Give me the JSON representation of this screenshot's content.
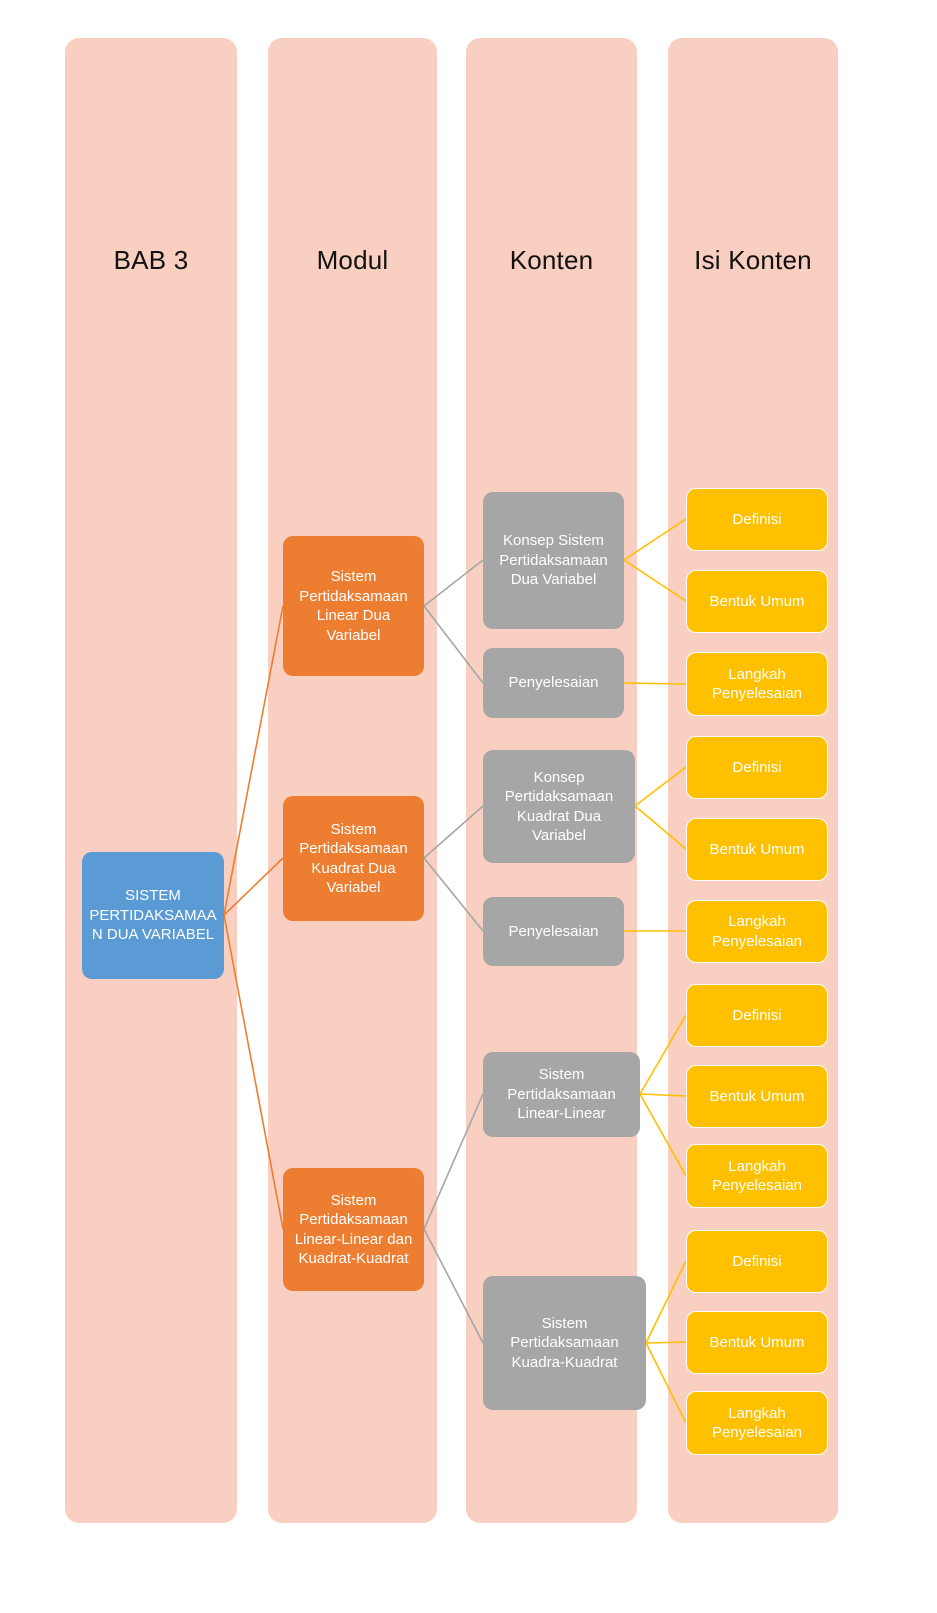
{
  "colors": {
    "page_bg": "#ffffff",
    "column_bg": "#f8cfc0",
    "header_text": "#111111",
    "node_text": "#ffffff",
    "root_fill": "#5b9bd5",
    "module_fill": "#ed7d31",
    "content_fill": "#a6a6a6",
    "isi_fill": "#ffc000"
  },
  "headers": [
    {
      "label": "BAB 3"
    },
    {
      "label": "Modul"
    },
    {
      "label": "Konten"
    },
    {
      "label": "Isi Konten"
    }
  ],
  "tree": {
    "label": "SISTEM PERTIDAKSAMAAN DUA VARIABEL",
    "children": [
      {
        "label": "Sistem Pertidaksamaan Linear Dua Variabel",
        "children": [
          {
            "label": "Konsep Sistem Pertidaksamaan Dua Variabel",
            "children": [
              {
                "label": "Definisi"
              },
              {
                "label": "Bentuk Umum"
              }
            ]
          },
          {
            "label": "Penyelesaian",
            "children": [
              {
                "label": "Langkah Penyelesaian"
              }
            ]
          }
        ]
      },
      {
        "label": "Sistem Pertidaksamaan Kuadrat Dua Variabel",
        "children": [
          {
            "label": "Konsep Pertidaksamaan Kuadrat Dua Variabel",
            "children": [
              {
                "label": "Definisi"
              },
              {
                "label": "Bentuk Umum"
              }
            ]
          },
          {
            "label": "Penyelesaian",
            "children": [
              {
                "label": "Langkah Penyelesaian"
              }
            ]
          }
        ]
      },
      {
        "label": "Sistem Pertidaksamaan Linear-Linear dan Kuadrat-Kuadrat",
        "children": [
          {
            "label": "Sistem Pertidaksamaan Linear-Linear",
            "children": [
              {
                "label": "Definisi"
              },
              {
                "label": "Bentuk Umum"
              },
              {
                "label": "Langkah Penyelesaian"
              }
            ]
          },
          {
            "label": "Sistem Pertidaksamaan Kuadra-Kuadrat",
            "children": [
              {
                "label": "Definisi"
              },
              {
                "label": "Bentuk Umum"
              },
              {
                "label": "Langkah Penyelesaian"
              }
            ]
          }
        ]
      }
    ]
  }
}
